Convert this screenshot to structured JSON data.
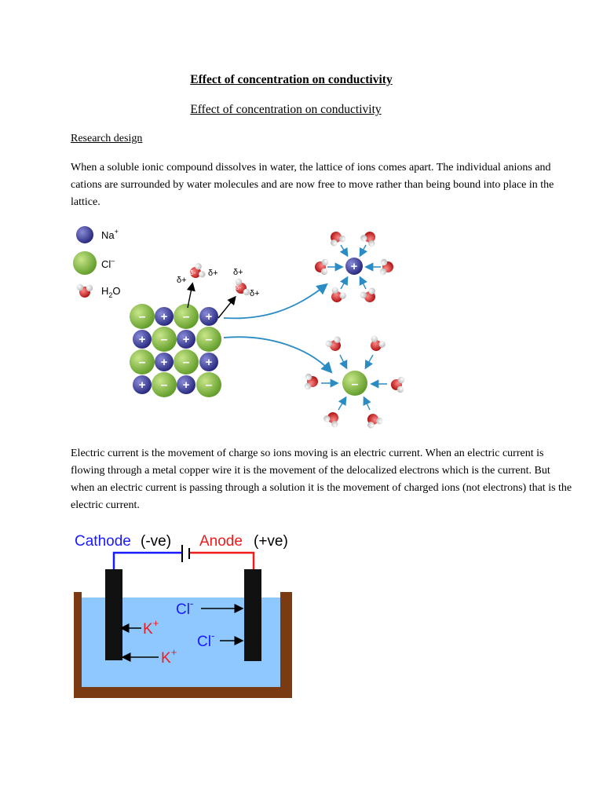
{
  "document": {
    "title_bold": "Effect of concentration on conductivity",
    "title_plain": "Effect of concentration on conductivity",
    "section_heading": "Research design",
    "paragraph_1": "When a soluble ionic compound dissolves in water, the lattice of ions comes apart. The individual anions and cations are surrounded by water molecules and are now free to move rather than being bound into place in the lattice.",
    "paragraph_2": "Electric current is the movement of charge so ions moving is an electric current. When an electric current is flowing through a metal copper wire it is the movement of the delocalized electrons which is the current. But when an electric current is passing through a solution it is the movement of charged ions (not electrons) that is the electric current."
  },
  "figure_dissolution": {
    "legend": [
      {
        "symbol": "Na",
        "charge": "+"
      },
      {
        "symbol": "Cl",
        "charge": "–"
      },
      {
        "symbol": "H",
        "sub": "2",
        "rest": "O"
      }
    ],
    "delta_plus": "δ+",
    "delta_minus": "δ-",
    "plus_sign": "+",
    "minus_sign": "–",
    "colors": {
      "sodium": "#2e2f8a",
      "chloride": "#7cb53a",
      "oxygen": "#d81e1e",
      "hydrogen": "#dddddd",
      "arrow": "#2b8cc4"
    }
  },
  "figure_electrolysis": {
    "cathode_word": "Cathode",
    "cathode_sign": "(-ve)",
    "anode_word": "Anode",
    "anode_sign": "(+ve)",
    "ions": [
      "K",
      "K",
      "Cl",
      "Cl"
    ],
    "ion_charges": [
      "+",
      "+",
      "-",
      "-"
    ],
    "colors": {
      "cathode": "#1a1aff",
      "anode": "#ee1c1c",
      "solution": "#8ec8ff",
      "container": "#7a3b12",
      "electrode": "#111111"
    }
  }
}
